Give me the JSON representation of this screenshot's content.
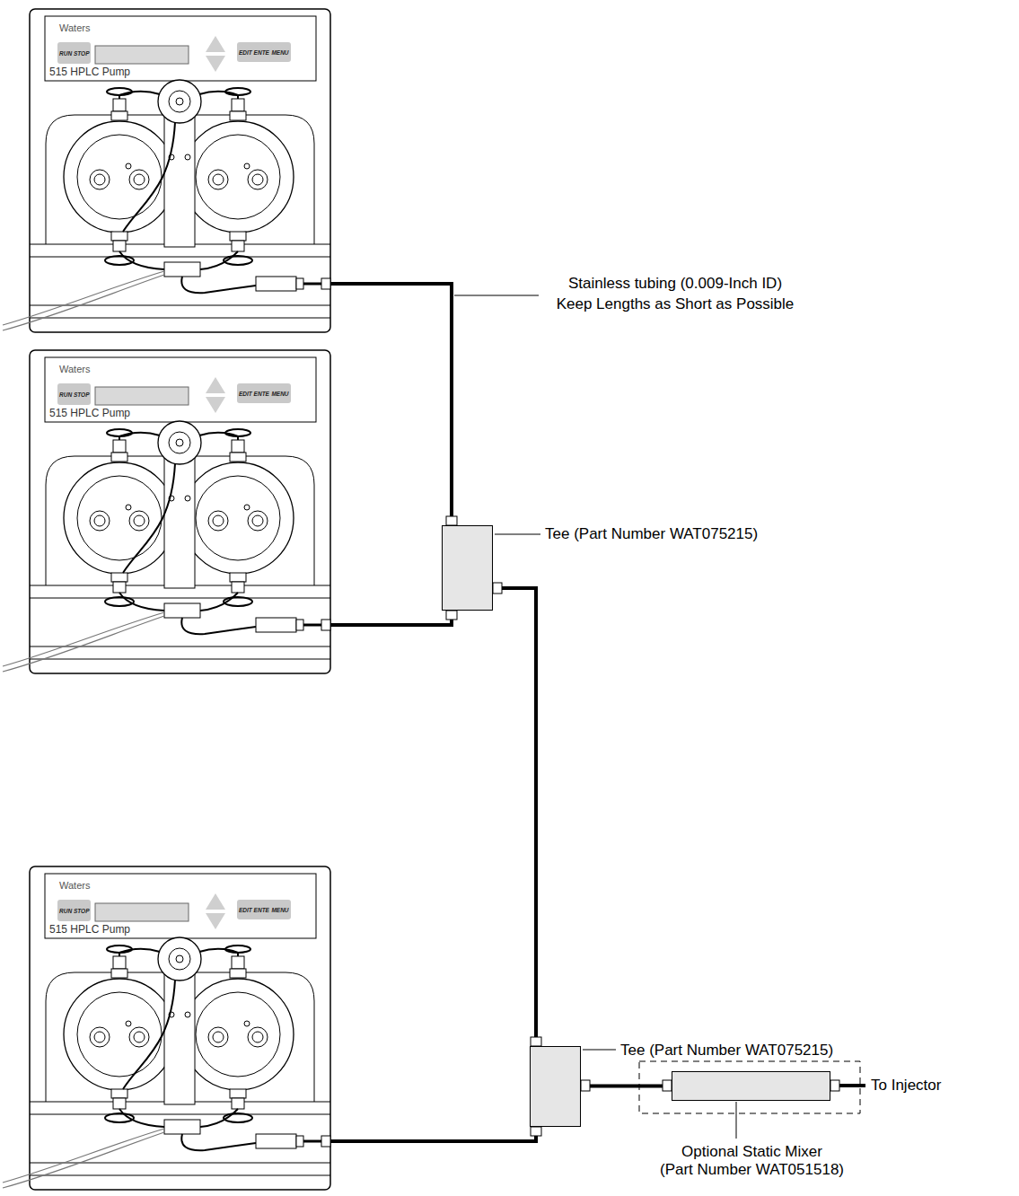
{
  "diagram": {
    "nodes": [
      {
        "text": [
          "Waters",
          "515 HPLC Pump"
        ]
      },
      {
        "text": [
          "RUN STOP"
        ],
        "in": 0
      },
      {
        "text": [
          "EDIT ENTER"
        ],
        "in": 0
      },
      {
        "text": [
          "MENU"
        ],
        "in": 0
      },
      {
        "text": [
          "Waters",
          "515 HPLC Pump"
        ]
      },
      {
        "text": [
          "RUN STOP"
        ],
        "in": 4
      },
      {
        "text": [
          "EDIT ENTER"
        ],
        "in": 4
      },
      {
        "text": [
          "MENU"
        ],
        "in": 4
      },
      {
        "text": [
          "Waters",
          "515 HPLC Pump"
        ]
      },
      {
        "text": [
          "RUN STOP"
        ],
        "in": 8
      },
      {
        "text": [
          "EDIT ENTER"
        ],
        "in": 8
      },
      {
        "text": [
          "MENU"
        ],
        "in": 8
      },
      {
        "text": [
          "Tee (Part Number WAT075215)"
        ]
      },
      {
        "text": [
          "Tee (Part Number WAT075215)"
        ]
      },
      {
        "text": [
          "Optional Static Mixer",
          "(Part Number WAT051518)"
        ]
      }
    ],
    "edges": [
      {
        "from": 0,
        "to": 12,
        "arrow": "none"
      },
      {
        "from": 4,
        "to": 12,
        "arrow": "none"
      },
      {
        "from": 12,
        "to": 13,
        "arrow": "none"
      },
      {
        "from": 8,
        "to": 13,
        "arrow": "none"
      },
      {
        "from": 13,
        "to": 14,
        "arrow": "none"
      }
    ],
    "labels": [
      "Stainless tubing (0.009-Inch ID)",
      "Keep Lengths as Short as Possible",
      "To Injector"
    ]
  }
}
